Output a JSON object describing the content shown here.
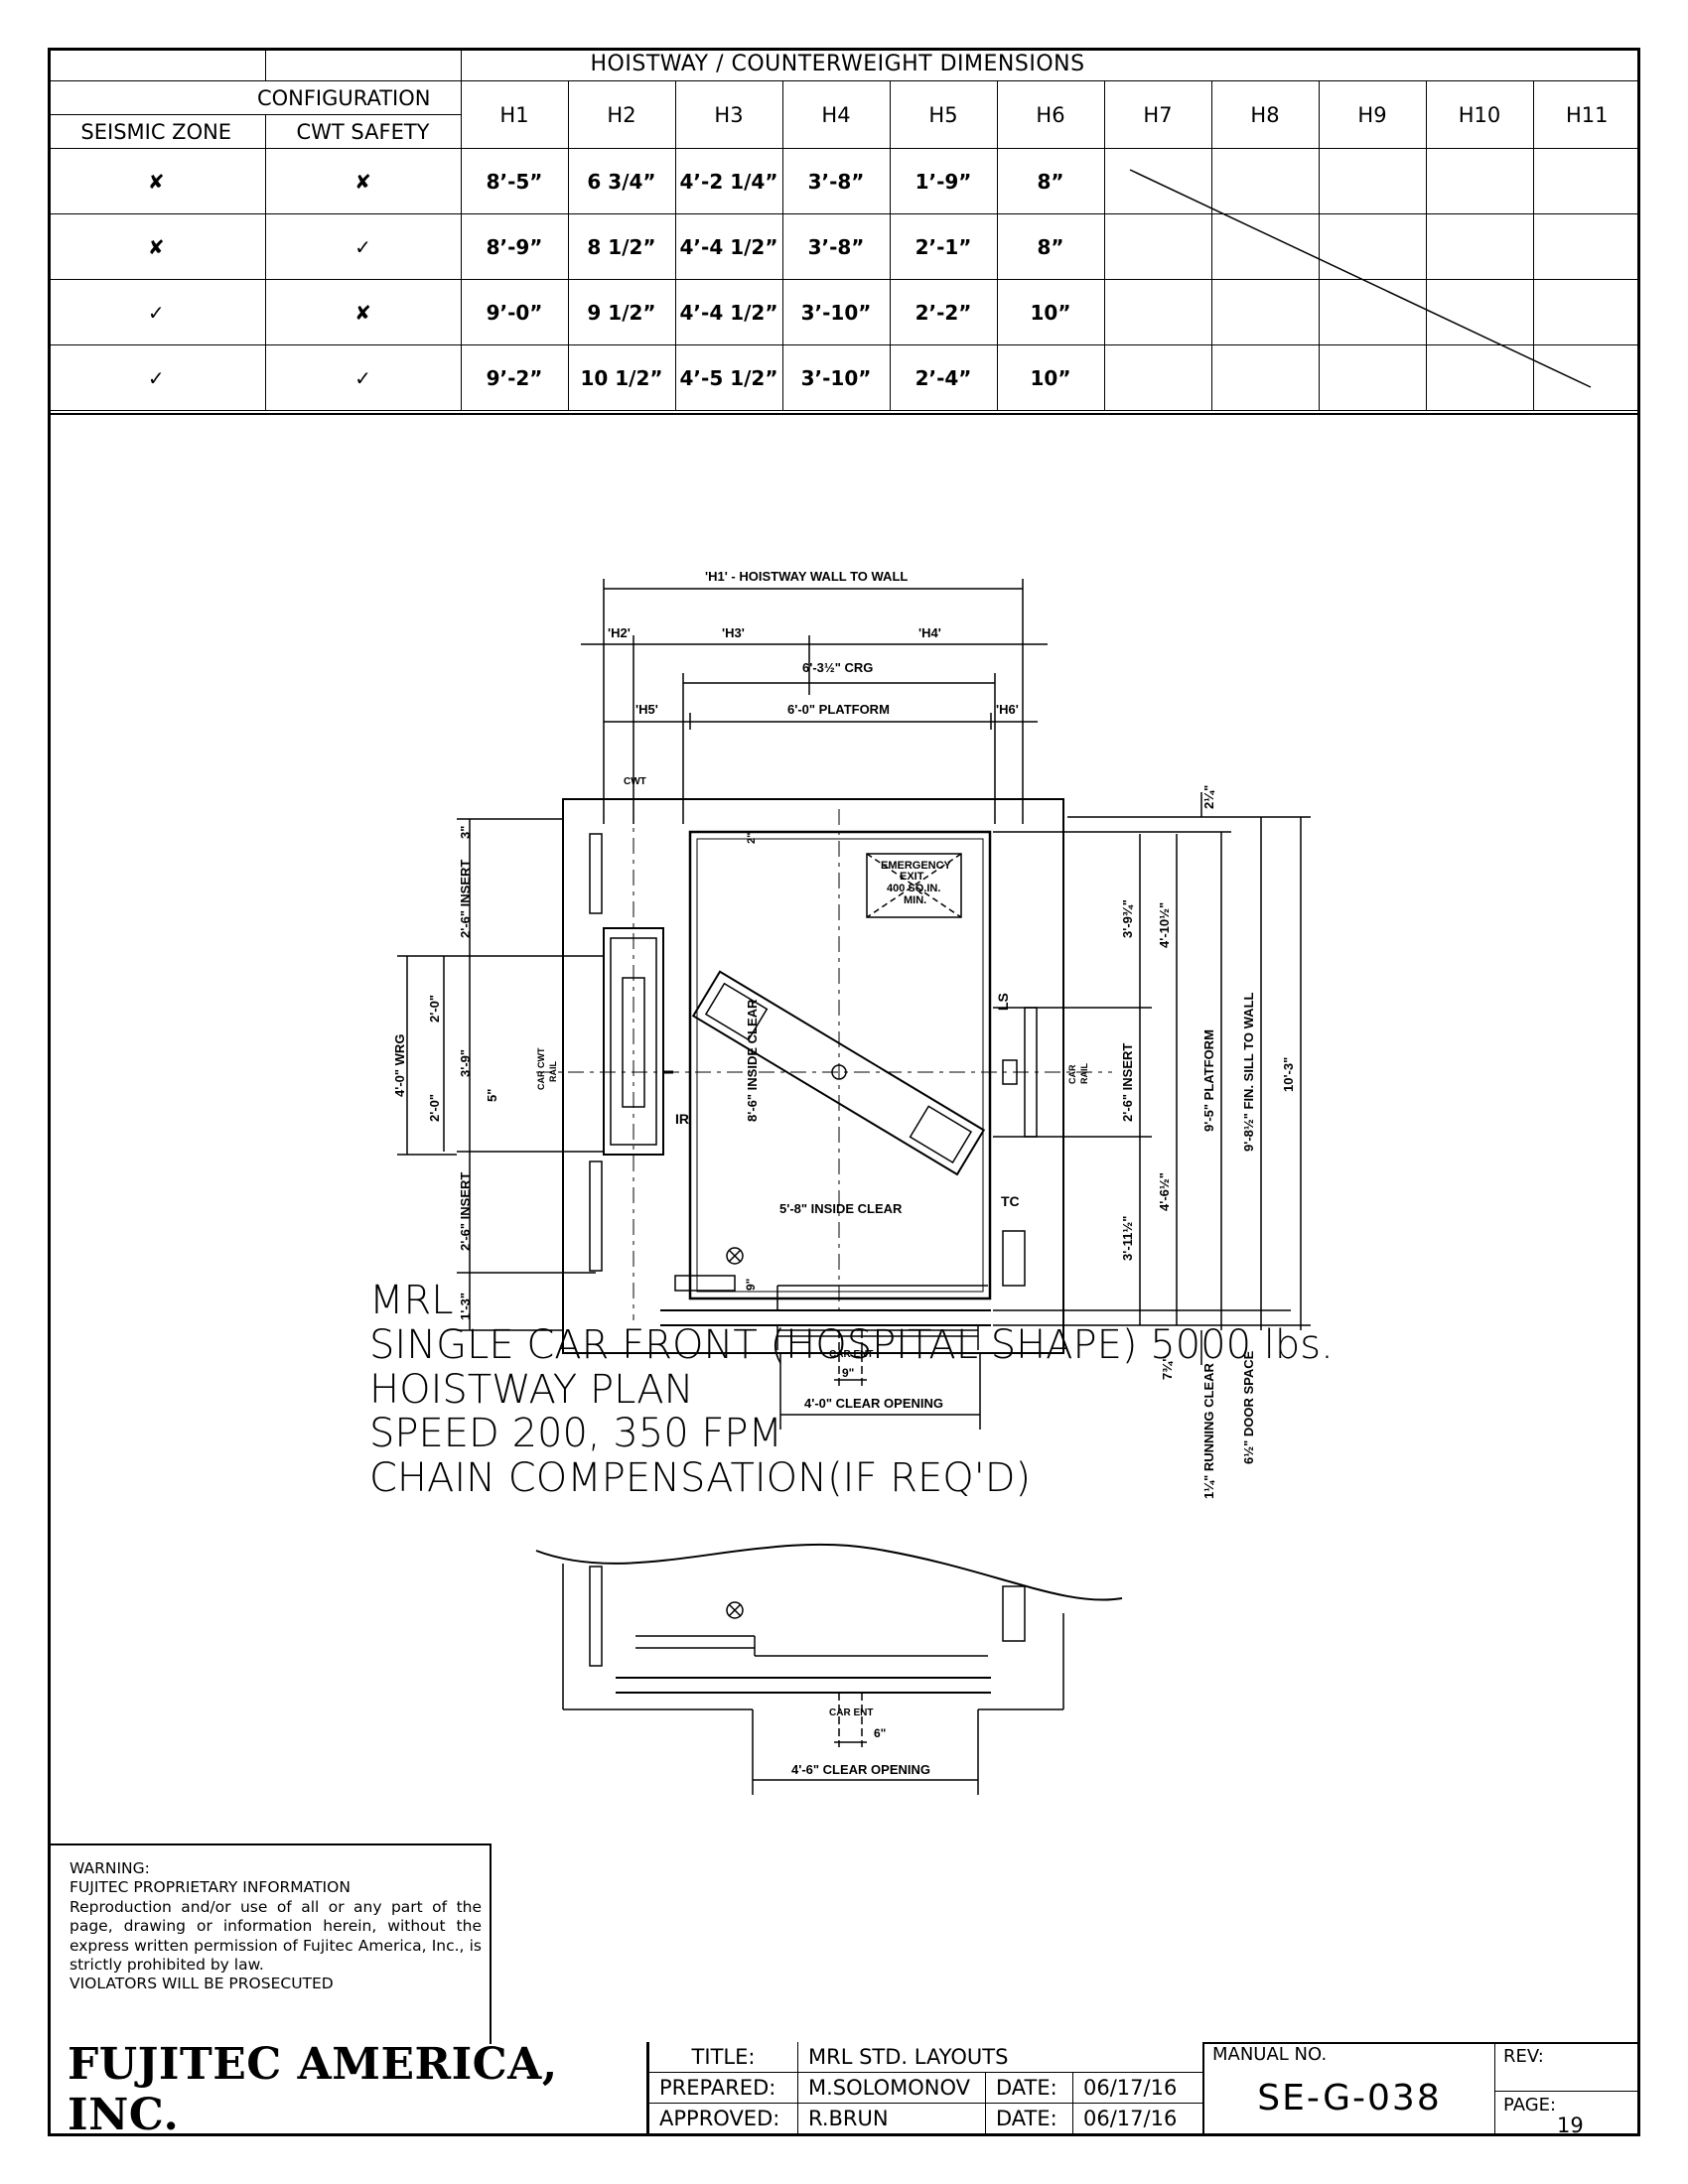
{
  "table": {
    "title": "HOISTWAY / COUNTERWEIGHT DIMENSIONS",
    "configuration_label": "CONFIGURATION",
    "col_seismic": "SEISMIC ZONE",
    "col_cwt": "CWT SAFETY",
    "h_headers": [
      "H1",
      "H2",
      "H3",
      "H4",
      "H5",
      "H6",
      "H7",
      "H8",
      "H9",
      "H10",
      "H11"
    ],
    "rows": [
      {
        "seismic": "✘",
        "cwt": "✘",
        "vals": [
          "8’-5”",
          "6 3/4”",
          "4’-2 1/4”",
          "3’-8”",
          "1’-9”",
          "8”"
        ]
      },
      {
        "seismic": "✘",
        "cwt": "✓",
        "vals": [
          "8’-9”",
          "8 1/2”",
          "4’-4 1/2”",
          "3’-8”",
          "2’-1”",
          "8”"
        ]
      },
      {
        "seismic": "✓",
        "cwt": "✘",
        "vals": [
          "9’-0”",
          "9 1/2”",
          "4’-4 1/2”",
          "3’-10”",
          "2’-2”",
          "10”"
        ]
      },
      {
        "seismic": "✓",
        "cwt": "✓",
        "vals": [
          "9’-2”",
          "10 1/2”",
          "4’-5 1/2”",
          "3’-10”",
          "2’-4”",
          "10”"
        ]
      }
    ]
  },
  "plan": {
    "h1": "'H1' - HOISTWAY WALL TO WALL",
    "h2": "'H2'",
    "h3": "'H3'",
    "h4": "'H4'",
    "crg": "6'-3½\" CRG",
    "h5": "'H5'",
    "platform": "6'-0\" PLATFORM",
    "h6": "'H6'",
    "cwt": "CWT",
    "emergency": [
      "EMERGENCY",
      "EXIT",
      "400 SQ.IN.",
      "MIN."
    ],
    "inside_clear_h": "5'-8\" INSIDE CLEAR",
    "inside_clear_v": "8'-6\" INSIDE CLEAR",
    "ls": "LS",
    "ir": "IR",
    "tc": "TC",
    "car_cwt_rail": [
      "CAR CWT",
      "RAIL"
    ],
    "car_rail": [
      "CAR",
      "RAIL"
    ],
    "car_ent": "CAR  ENT",
    "nine": "9\"",
    "clear_opening": "4'-0\" CLEAR OPENING",
    "left_dims": {
      "d3": "3\"",
      "insert_top": "2'-6\" INSERT",
      "d39": "3'-9\"",
      "wrg": "4'-0\" WRG",
      "d20a": "2'-0\"",
      "d20b": "2'-0\"",
      "d5": "5\"",
      "insert_bot": "2'-6\" INSERT",
      "d13": "1'-3\""
    },
    "right_dims": {
      "d2q": "2¼\"",
      "d393": "3'-9¾\"",
      "d4102": "4'-10½\"",
      "insert": "2'-6\" INSERT",
      "d462": "4'-6½\"",
      "d3112": "3'-11½\"",
      "platform": "9'-5\" PLATFORM",
      "finsill": "9'-8½\" FIN. SILL TO WALL",
      "d103": "10'-3\"",
      "d74": "7¾\"",
      "running": "1¼\" RUNNING CLEAR",
      "doorspace": "6½\" DOOR SPACE"
    },
    "d2": "2\"",
    "d9": "9\""
  },
  "detail": {
    "car_ent": "CAR ENT",
    "six": "6\"",
    "clear_opening": "4'-6\" CLEAR OPENING"
  },
  "notes": {
    "lines": [
      "MRL",
      "SINGLE CAR FRONT (HOSPITAL SHAPE) 5000 lbs.",
      "HOISTWAY PLAN",
      "SPEED 200, 350 FPM",
      "CHAIN COMPENSATION(IF REQ'D)"
    ]
  },
  "warning": {
    "title": "WARNING:",
    "subtitle": "FUJITEC PROPRIETARY INFORMATION",
    "body": "Reproduction and/or use of all or any part of the page, drawing or information herein, without the express written permission of Fujitec America, Inc., is strictly prohibited by law.",
    "footer": "VIOLATORS WILL BE PROSECUTED"
  },
  "company": "FUJITEC AMERICA, INC.",
  "title_block": {
    "title_label": "TITLE:",
    "title": "MRL STD. LAYOUTS",
    "prepared_label": "PREPARED:",
    "prepared": "M.SOLOMONOV",
    "approved_label": "APPROVED:",
    "approved": "R.BRUN",
    "date_label": "DATE:",
    "date_prepared": "06/17/16",
    "date_approved": "06/17/16",
    "manual_label": "MANUAL NO.",
    "manual": "SE-G-038",
    "rev_label": "REV:",
    "page_label": "PAGE:",
    "page": "19"
  }
}
